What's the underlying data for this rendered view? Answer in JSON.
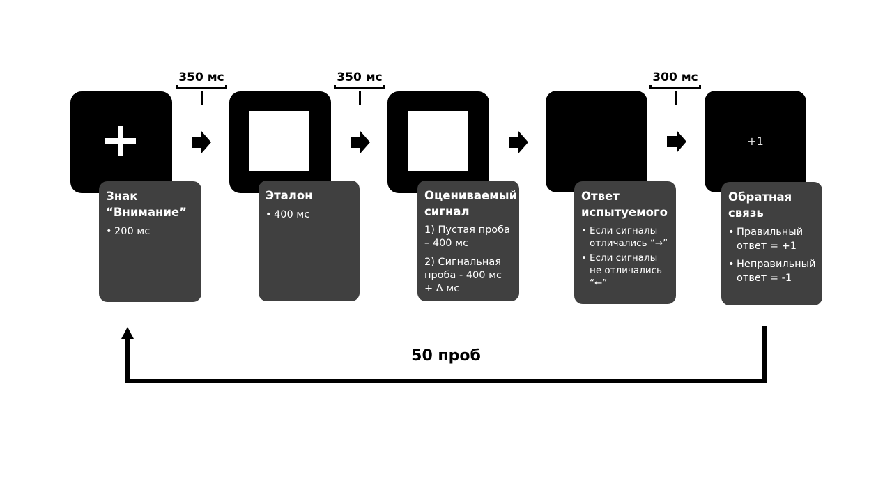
{
  "stages": [
    {
      "screen_content": "fixation-cross",
      "title": "Знак “Внимание”",
      "bullets": [
        "200 мс"
      ]
    },
    {
      "screen_content": "white-square",
      "title": "Эталон",
      "bullets": [
        "400 мс"
      ]
    },
    {
      "screen_content": "white-square",
      "title": "Оцениваемый сигнал",
      "lines": [
        "1) Пустая проба – 400 мс",
        "2) Сигнальная проба - 400 мс + Δ мс"
      ]
    },
    {
      "screen_content": "blank",
      "title": "Ответ испытуемого",
      "bullets": [
        "Если сигналы отличались “→”",
        "Если сигналы не отличались “←”"
      ]
    },
    {
      "screen_content": "feedback",
      "screen_text": "+1",
      "title": "Обратная связь",
      "bullets": [
        "Правильный ответ = +1",
        "Неправильный ответ = -1"
      ]
    }
  ],
  "intervals": [
    "350 мс",
    "350 мс",
    "300 мс"
  ],
  "loop_label": "50 проб",
  "colors": {
    "screen": "#000000",
    "card": "#404040",
    "arrow": "#000000"
  }
}
